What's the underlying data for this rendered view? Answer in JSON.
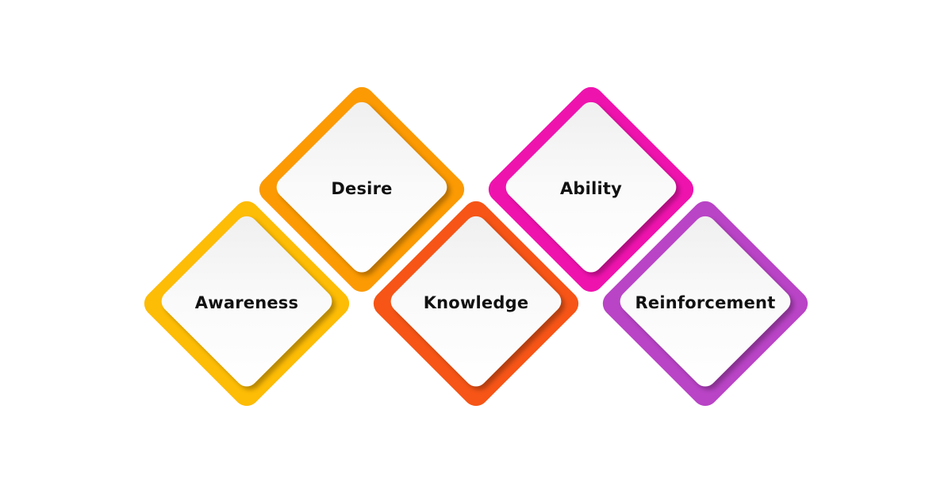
{
  "diagram": {
    "stages": [
      {
        "label": "Awareness",
        "color": "#FDBC05"
      },
      {
        "label": "Desire",
        "color": "#FB9A03"
      },
      {
        "label": "Knowledge",
        "color": "#F65517"
      },
      {
        "label": "Ability",
        "color": "#EF13AE"
      },
      {
        "label": "Reinforcement",
        "color": "#B944C6"
      }
    ]
  }
}
